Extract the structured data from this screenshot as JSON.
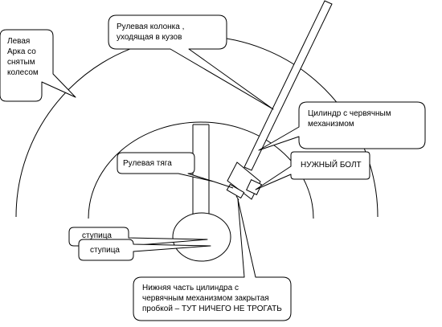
{
  "callouts": {
    "left_arch": "Левая\nАрка со\nснятым\nколесом",
    "steering_column": "Рулевая колонка ,\nуходящая в кузов",
    "worm_cylinder": "Цилиндр с червячным\nмеханизмом",
    "needed_bolt": "НУЖНЫЙ БОЛТ",
    "tie_rod": "Рулевая тяга",
    "hub_1": "ступица",
    "hub_2": "ступица",
    "lower_cylinder": "Нижняя часть цилиндра с\nчервячным механизмом закрытая\nпробкой – ТУТ НИЧЕГО НЕ ТРОГАТЬ"
  }
}
